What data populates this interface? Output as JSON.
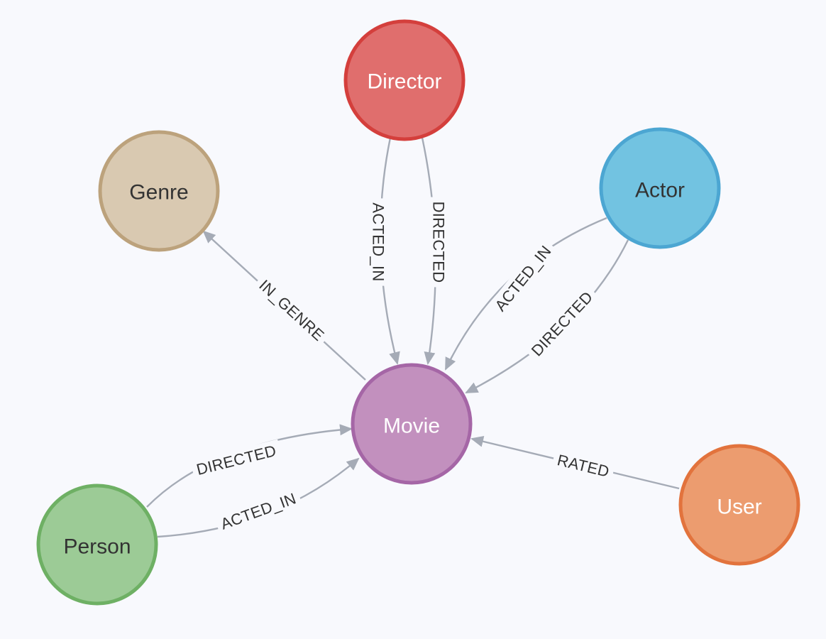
{
  "graph": {
    "nodes": [
      {
        "id": "director",
        "label": "Director",
        "fill": "#e06e6d",
        "stroke": "#d43f3c",
        "text_color": "#ffffff"
      },
      {
        "id": "genre",
        "label": "Genre",
        "fill": "#d9c9b1",
        "stroke": "#bca27c",
        "text_color": "#333333"
      },
      {
        "id": "actor",
        "label": "Actor",
        "fill": "#72c3e1",
        "stroke": "#4ca6d2",
        "text_color": "#333333"
      },
      {
        "id": "movie",
        "label": "Movie",
        "fill": "#c290be",
        "stroke": "#a566a6",
        "text_color": "#ffffff"
      },
      {
        "id": "person",
        "label": "Person",
        "fill": "#9ccb96",
        "stroke": "#6eb064",
        "text_color": "#333333"
      },
      {
        "id": "user",
        "label": "User",
        "fill": "#ec9c6f",
        "stroke": "#e2733d",
        "text_color": "#ffffff"
      }
    ],
    "edges": [
      {
        "id": "director-acted_in",
        "source": "director",
        "target": "movie",
        "label": "ACTED_IN"
      },
      {
        "id": "director-directed",
        "source": "director",
        "target": "movie",
        "label": "DIRECTED"
      },
      {
        "id": "movie-in_genre",
        "source": "movie",
        "target": "genre",
        "label": "IN_GENRE"
      },
      {
        "id": "actor-acted_in",
        "source": "actor",
        "target": "movie",
        "label": "ACTED_IN"
      },
      {
        "id": "actor-directed",
        "source": "actor",
        "target": "movie",
        "label": "DIRECTED"
      },
      {
        "id": "person-directed",
        "source": "person",
        "target": "movie",
        "label": "DIRECTED"
      },
      {
        "id": "person-acted_in",
        "source": "person",
        "target": "movie",
        "label": "ACTED_IN"
      },
      {
        "id": "user-rated",
        "source": "user",
        "target": "movie",
        "label": "RATED"
      }
    ],
    "edge_color": "#a5abb6"
  }
}
